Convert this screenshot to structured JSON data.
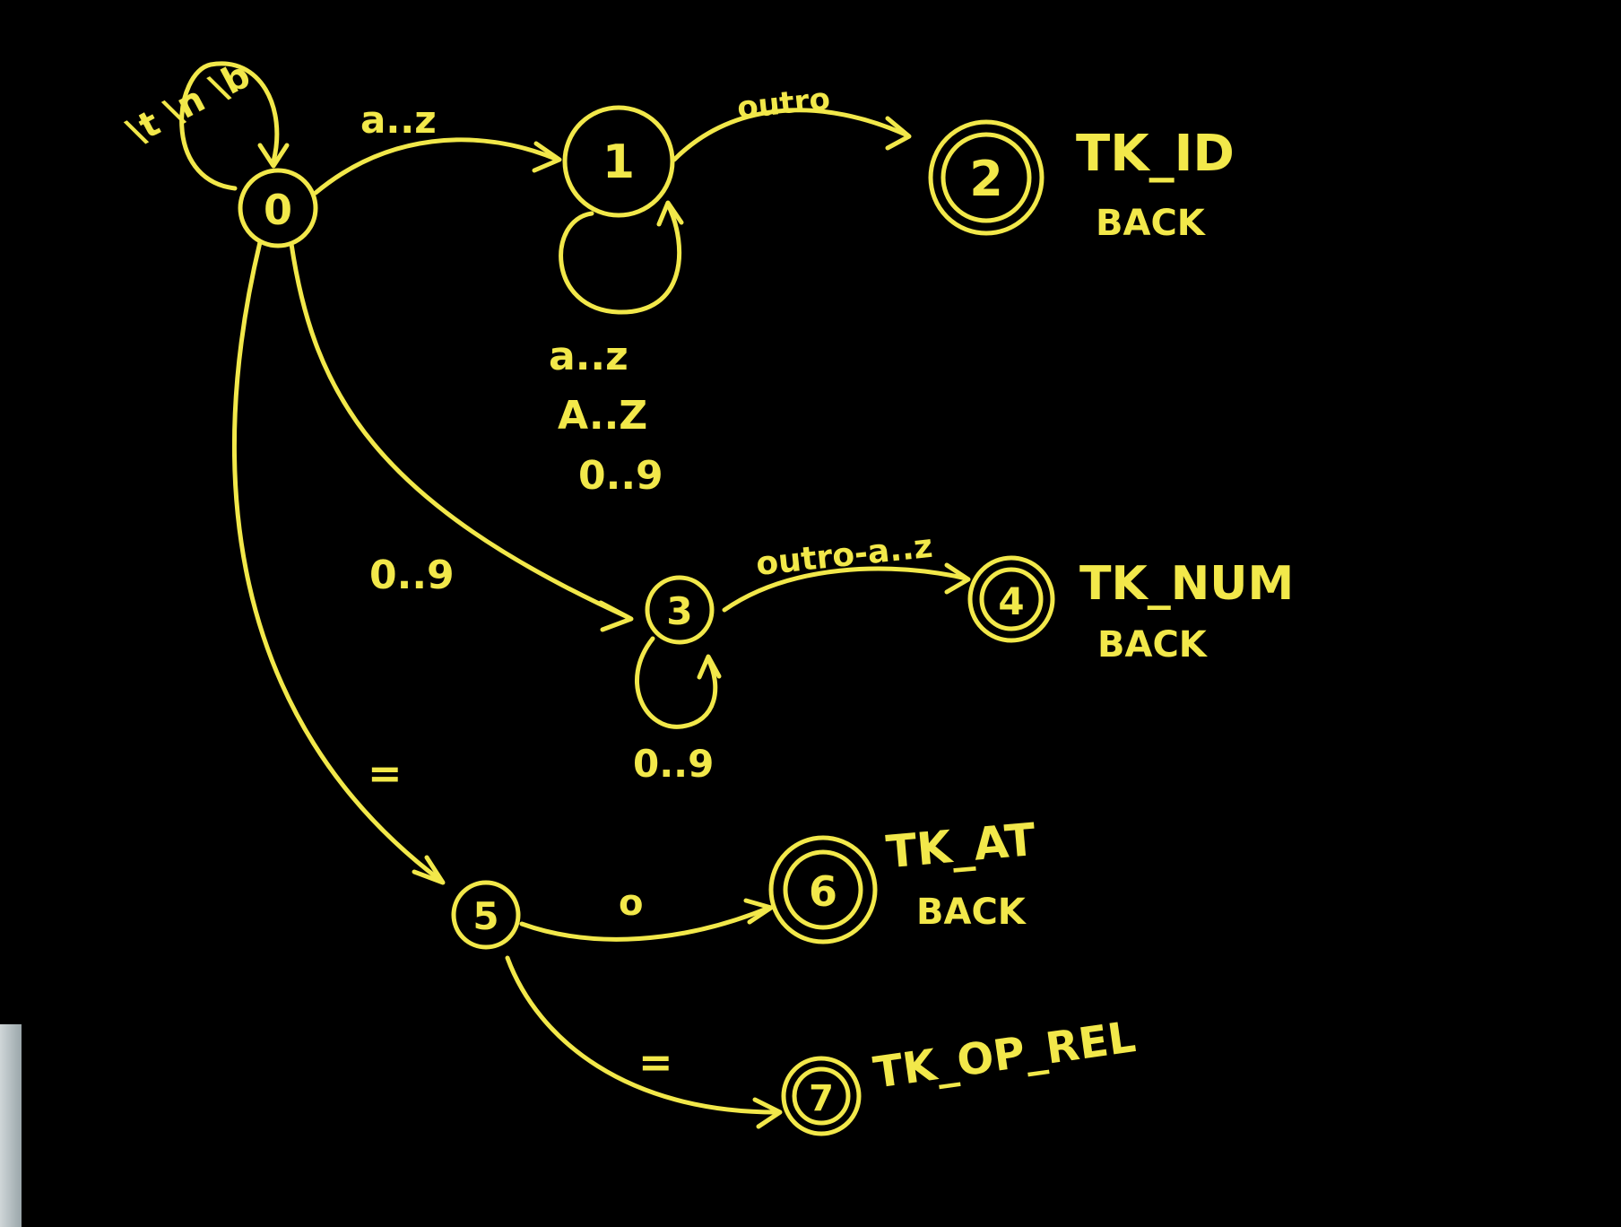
{
  "states": [
    {
      "id": "q0",
      "label": "0"
    },
    {
      "id": "q1",
      "label": "1"
    },
    {
      "id": "q2",
      "label": "2"
    },
    {
      "id": "q3",
      "label": "3"
    },
    {
      "id": "q4",
      "label": "4"
    },
    {
      "id": "q5",
      "label": "5"
    },
    {
      "id": "q6",
      "label": "6"
    },
    {
      "id": "q7",
      "label": "7"
    }
  ],
  "token_labels": {
    "q2": {
      "token": "TK_ID",
      "note": "BACK"
    },
    "q4": {
      "token": "TK_NUM",
      "note": "BACK"
    },
    "q6": {
      "token": "TK_AT",
      "note": "BACK"
    },
    "q7": {
      "token": "TK_OP_REL",
      "note": ""
    }
  },
  "transitions": {
    "q0_self": "\\t \\n \\b",
    "q0_q1": "a..z",
    "q1_self_1": "a..z",
    "q1_self_2": "A..Z",
    "q1_self_3": "0..9",
    "q1_q2": "outro",
    "q0_q3": "0..9",
    "q3_self": "0..9",
    "q3_q4": "outro-a..z",
    "q0_q5": "=",
    "q5_q6": "o",
    "q5_q7": "="
  },
  "colors": {
    "ink": "#f2e84a",
    "background": "#000000"
  }
}
